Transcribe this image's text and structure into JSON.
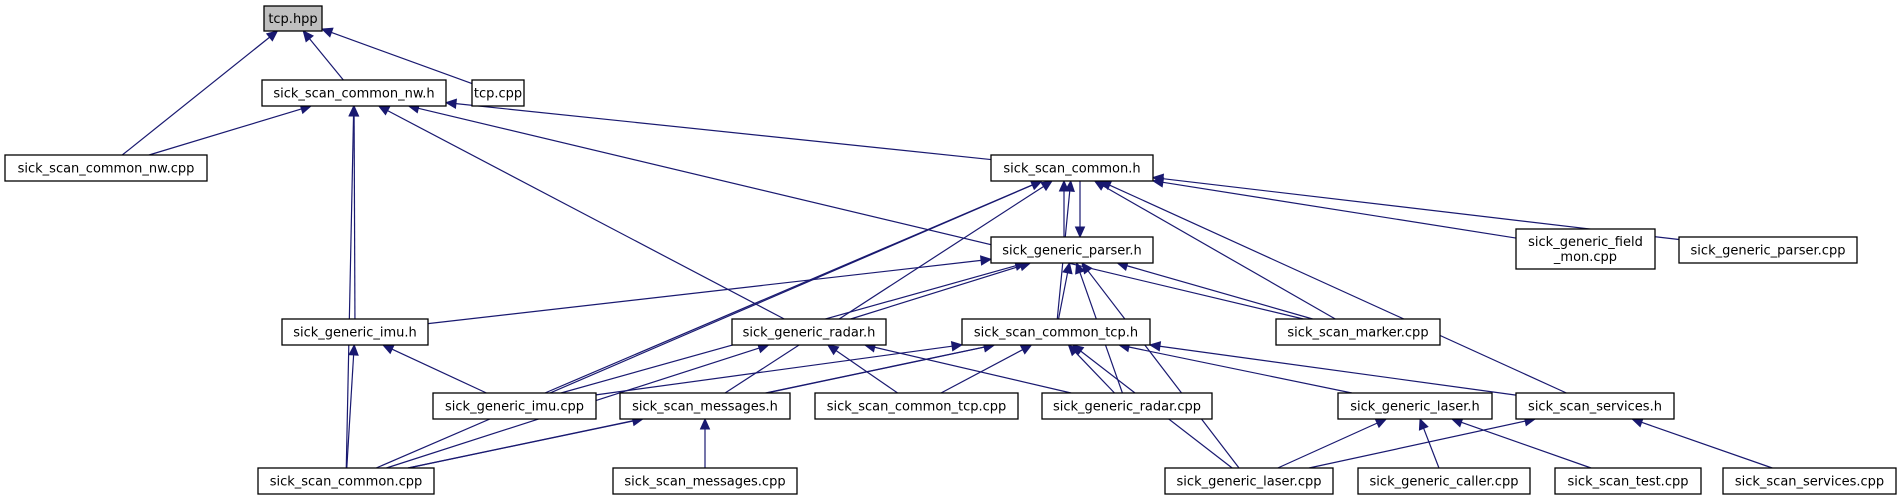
{
  "title": "tcp.hpp include dependency graph",
  "colors": {
    "edge": "#191970",
    "root_fill": "#bfbfbf",
    "node_fill": "#ffffff",
    "border": "#000000"
  },
  "nodes": {
    "tcp_hpp": {
      "label": [
        "tcp.hpp"
      ],
      "root": true
    },
    "nw_h": {
      "label": [
        "sick_scan_common_nw.h"
      ]
    },
    "tcp_cpp": {
      "label": [
        "tcp.cpp"
      ]
    },
    "nw_cpp": {
      "label": [
        "sick_scan_common_nw.cpp"
      ]
    },
    "common_h": {
      "label": [
        "sick_scan_common.h"
      ]
    },
    "parser_h": {
      "label": [
        "sick_generic_parser.h"
      ]
    },
    "field_mon": {
      "label": [
        "sick_generic_field",
        "_mon.cpp"
      ]
    },
    "parser_cpp": {
      "label": [
        "sick_generic_parser.cpp"
      ]
    },
    "imu_h": {
      "label": [
        "sick_generic_imu.h"
      ]
    },
    "radar_h": {
      "label": [
        "sick_generic_radar.h"
      ]
    },
    "tcp_h": {
      "label": [
        "sick_scan_common_tcp.h"
      ]
    },
    "marker_cpp": {
      "label": [
        "sick_scan_marker.cpp"
      ]
    },
    "imu_cpp": {
      "label": [
        "sick_generic_imu.cpp"
      ]
    },
    "messages_h": {
      "label": [
        "sick_scan_messages.h"
      ]
    },
    "tcp_common_cpp": {
      "label": [
        "sick_scan_common_tcp.cpp"
      ]
    },
    "radar_cpp": {
      "label": [
        "sick_generic_radar.cpp"
      ]
    },
    "laser_h": {
      "label": [
        "sick_generic_laser.h"
      ]
    },
    "services_h": {
      "label": [
        "sick_scan_services.h"
      ]
    },
    "common_cpp": {
      "label": [
        "sick_scan_common.cpp"
      ]
    },
    "messages_cpp": {
      "label": [
        "sick_scan_messages.cpp"
      ]
    },
    "laser_cpp": {
      "label": [
        "sick_generic_laser.cpp"
      ]
    },
    "caller_cpp": {
      "label": [
        "sick_generic_caller.cpp"
      ]
    },
    "test_cpp": {
      "label": [
        "sick_scan_test.cpp"
      ]
    },
    "services_cpp": {
      "label": [
        "sick_scan_services.cpp"
      ]
    }
  },
  "edges": [
    [
      "nw_h",
      "tcp_hpp"
    ],
    [
      "tcp_cpp",
      "tcp_hpp"
    ],
    [
      "nw_cpp",
      "tcp_hpp"
    ],
    [
      "nw_cpp",
      "nw_h"
    ],
    [
      "common_cpp",
      "nw_h"
    ],
    [
      "imu_h",
      "nw_h"
    ],
    [
      "radar_h",
      "nw_h"
    ],
    [
      "common_h",
      "nw_h"
    ],
    [
      "marker_cpp",
      "nw_h"
    ],
    [
      "parser_h",
      "common_h"
    ],
    [
      "common_h",
      "parser_h"
    ],
    [
      "field_mon",
      "common_h"
    ],
    [
      "parser_cpp",
      "common_h"
    ],
    [
      "common_cpp",
      "common_h"
    ],
    [
      "imu_cpp",
      "common_h"
    ],
    [
      "messages_h",
      "common_h"
    ],
    [
      "tcp_h",
      "common_h"
    ],
    [
      "marker_cpp",
      "common_h"
    ],
    [
      "services_h",
      "common_h"
    ],
    [
      "imu_h",
      "parser_h"
    ],
    [
      "radar_h",
      "parser_h"
    ],
    [
      "tcp_h",
      "parser_h"
    ],
    [
      "marker_cpp",
      "parser_h"
    ],
    [
      "imu_cpp",
      "parser_h"
    ],
    [
      "radar_cpp",
      "parser_h"
    ],
    [
      "laser_cpp",
      "parser_h"
    ],
    [
      "imu_cpp",
      "imu_h"
    ],
    [
      "common_cpp",
      "imu_h"
    ],
    [
      "common_cpp",
      "radar_h"
    ],
    [
      "tcp_common_cpp",
      "radar_h"
    ],
    [
      "radar_cpp",
      "radar_h"
    ],
    [
      "imu_cpp",
      "tcp_h"
    ],
    [
      "messages_h",
      "tcp_h"
    ],
    [
      "tcp_common_cpp",
      "tcp_h"
    ],
    [
      "radar_cpp",
      "tcp_h"
    ],
    [
      "laser_h",
      "tcp_h"
    ],
    [
      "services_h",
      "tcp_h"
    ],
    [
      "laser_cpp",
      "tcp_h"
    ],
    [
      "common_cpp",
      "tcp_h"
    ],
    [
      "common_cpp",
      "messages_h"
    ],
    [
      "messages_cpp",
      "messages_h"
    ],
    [
      "laser_cpp",
      "laser_h"
    ],
    [
      "caller_cpp",
      "laser_h"
    ],
    [
      "test_cpp",
      "laser_h"
    ],
    [
      "laser_cpp",
      "services_h"
    ],
    [
      "services_cpp",
      "services_h"
    ]
  ]
}
